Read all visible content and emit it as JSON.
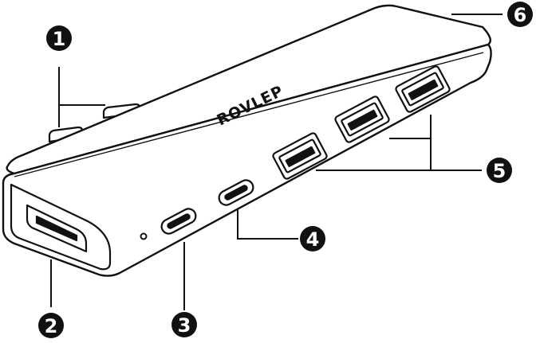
{
  "brand": "ROVLEP",
  "callouts": [
    {
      "label": "1"
    },
    {
      "label": "2"
    },
    {
      "label": "3"
    },
    {
      "label": "4"
    },
    {
      "label": "5"
    },
    {
      "label": "6"
    }
  ],
  "colors": {
    "stroke": "#111111",
    "fill": "#ffffff",
    "badge": "#111111",
    "badge_text": "#ffffff"
  }
}
